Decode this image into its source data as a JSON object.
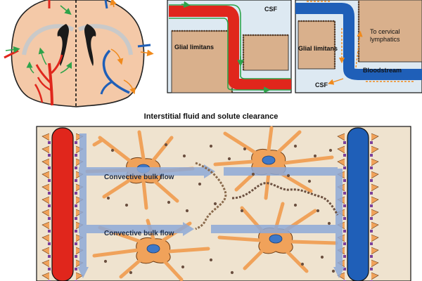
{
  "colors": {
    "tissue": "#f4c9a8",
    "interstitium": "#efe3cf",
    "artery": "#e0261c",
    "vein": "#1f5fb8",
    "flow": "#8eaad8",
    "astrocyte": "#f0a25a",
    "nucleus": "#3e78c8",
    "csf": "#dde9f2",
    "endfoot": "#7b3f9a",
    "solute": "#6b5040",
    "glia_green": "#2ea34a",
    "orange_arrow": "#f08a1c"
  },
  "panel_csf_inflow": {
    "csf_label": "CSF",
    "glial_label": "Glial limitans"
  },
  "panel_csf_outflow": {
    "lymph_label": "To cervical\nlymphatics",
    "glial_label": "Glial limitans",
    "csf_label": "CSF",
    "blood_label": "Bloodstream"
  },
  "main_panel": {
    "title": "Interstitial fluid and solute clearance",
    "flow_label_top": "Convective bulk flow",
    "flow_label_bottom": "Convective bulk flow"
  },
  "icons": [
    "brain-section-icon",
    "artery-icon",
    "vein-icon",
    "astrocyte-icon",
    "flow-arrow-icon"
  ]
}
